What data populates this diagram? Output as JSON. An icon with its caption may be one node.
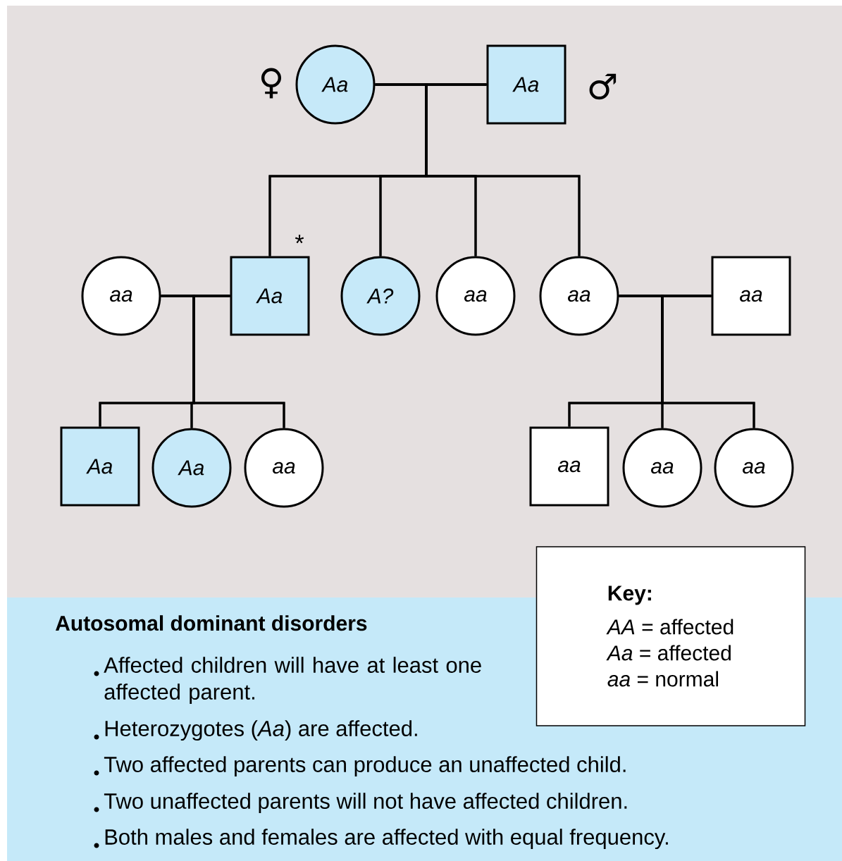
{
  "diagram": {
    "nodes": [
      {
        "text": [
          "Aa"
        ],
        "beside": [
          "♀"
        ]
      },
      {
        "text": [
          "Aa"
        ],
        "beside": [
          "♂"
        ]
      },
      {
        "text": [
          "aa"
        ]
      },
      {
        "text": [
          "Aa"
        ],
        "beside": [
          "*"
        ]
      },
      {
        "text": [
          "A?"
        ]
      },
      {
        "text": [
          "aa"
        ]
      },
      {
        "text": [
          "aa"
        ]
      },
      {
        "text": [
          "aa"
        ]
      },
      {
        "text": [
          "Aa"
        ]
      },
      {
        "text": [
          "Aa"
        ]
      },
      {
        "text": [
          "aa"
        ]
      },
      {
        "text": [
          "aa"
        ]
      },
      {
        "text": [
          "aa"
        ]
      },
      {
        "text": [
          "aa"
        ]
      },
      {
        "text": [
          "Key:",
          "*AA* = affected",
          "*Aa* = affected",
          "*aa* = normal"
        ]
      }
    ],
    "edges": [
      {
        "from": 0,
        "to": 1,
        "arrow": "none"
      },
      {
        "from": 0,
        "to": 3,
        "arrow": "none"
      },
      {
        "from": 0,
        "to": 4,
        "arrow": "none"
      },
      {
        "from": 0,
        "to": 5,
        "arrow": "none"
      },
      {
        "from": 0,
        "to": 6,
        "arrow": "none"
      },
      {
        "from": 1,
        "to": 3,
        "arrow": "none"
      },
      {
        "from": 1,
        "to": 4,
        "arrow": "none"
      },
      {
        "from": 1,
        "to": 5,
        "arrow": "none"
      },
      {
        "from": 1,
        "to": 6,
        "arrow": "none"
      },
      {
        "from": 2,
        "to": 3,
        "arrow": "none"
      },
      {
        "from": 2,
        "to": 8,
        "arrow": "none"
      },
      {
        "from": 2,
        "to": 9,
        "arrow": "none"
      },
      {
        "from": 2,
        "to": 10,
        "arrow": "none"
      },
      {
        "from": 3,
        "to": 8,
        "arrow": "none"
      },
      {
        "from": 3,
        "to": 9,
        "arrow": "none"
      },
      {
        "from": 3,
        "to": 10,
        "arrow": "none"
      },
      {
        "from": 6,
        "to": 7,
        "arrow": "none"
      },
      {
        "from": 6,
        "to": 11,
        "arrow": "none"
      },
      {
        "from": 6,
        "to": 12,
        "arrow": "none"
      },
      {
        "from": 6,
        "to": 13,
        "arrow": "none"
      },
      {
        "from": 7,
        "to": 11,
        "arrow": "none"
      },
      {
        "from": 7,
        "to": 12,
        "arrow": "none"
      },
      {
        "from": 7,
        "to": 13,
        "arrow": "none"
      }
    ],
    "labels": [
      "Autosomal dominant disorders",
      "Affected children will have at least one affected parent.",
      "Heterozygotes (*Aa*) are affected.",
      "Two affected parents can produce an unaffected child.",
      "Two unaffected parents will not have affected children.",
      "Both males and females are affected with equal frequency."
    ]
  }
}
